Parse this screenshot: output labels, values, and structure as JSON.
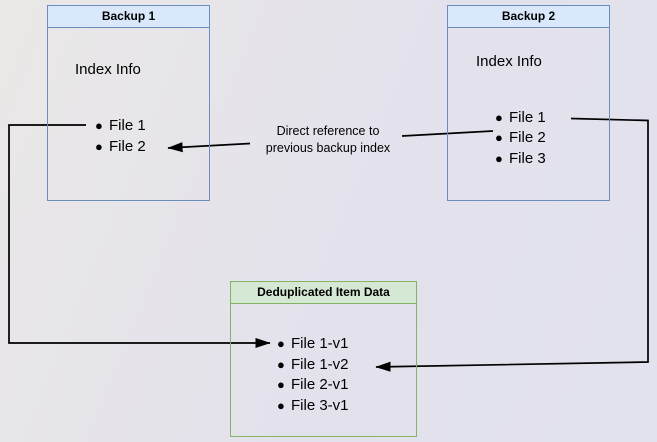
{
  "diagram": {
    "backup1": {
      "title": "Backup 1",
      "section_label": "Index Info",
      "files": [
        "File 1",
        "File 2"
      ]
    },
    "backup2": {
      "title": "Backup 2",
      "section_label": "Index Info",
      "files": [
        "File 1",
        "File 2",
        "File 3"
      ]
    },
    "dedup": {
      "title": "Deduplicated Item Data",
      "files": [
        "File 1-v1",
        "File 1-v2",
        "File 2-v1",
        "File 3-v1"
      ]
    },
    "annotations": {
      "direct_reference": "Direct reference to previous backup index"
    }
  },
  "colors": {
    "backup_fill": "#dae8fc",
    "backup_border": "#6c8ebf",
    "dedup_fill": "#d5e8d4",
    "dedup_border": "#82b366",
    "arrow": "#000000",
    "text": "#000000"
  }
}
